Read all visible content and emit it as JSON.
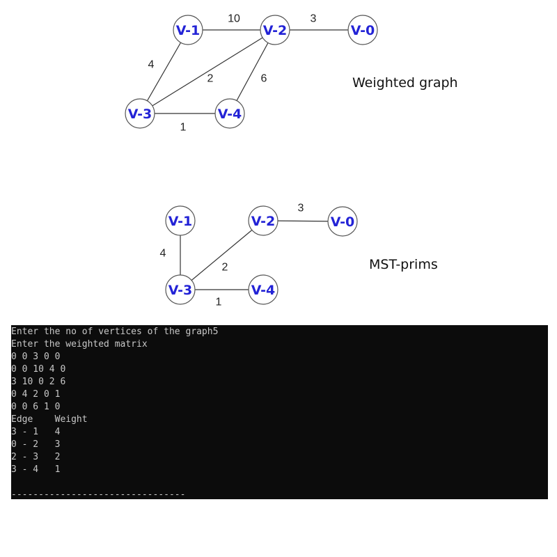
{
  "colors": {
    "node_label": "#2323d6",
    "node_border": "#555555",
    "edge": "#333333",
    "console_bg": "#0c0c0c",
    "console_text": "#c8c8c8"
  },
  "graphs": [
    {
      "caption": "Weighted graph",
      "nodes": [
        {
          "id": "v1",
          "label": "V-1"
        },
        {
          "id": "v2",
          "label": "V-2"
        },
        {
          "id": "v0",
          "label": "V-0"
        },
        {
          "id": "v3",
          "label": "V-3"
        },
        {
          "id": "v4",
          "label": "V-4"
        }
      ],
      "edges": [
        {
          "from": "v1",
          "to": "v2",
          "weight": "10"
        },
        {
          "from": "v2",
          "to": "v0",
          "weight": "3"
        },
        {
          "from": "v1",
          "to": "v3",
          "weight": "4"
        },
        {
          "from": "v2",
          "to": "v3",
          "weight": "2"
        },
        {
          "from": "v2",
          "to": "v4",
          "weight": "6"
        },
        {
          "from": "v3",
          "to": "v4",
          "weight": "1"
        }
      ]
    },
    {
      "caption": "MST-prims",
      "nodes": [
        {
          "id": "v1",
          "label": "V-1"
        },
        {
          "id": "v2",
          "label": "V-2"
        },
        {
          "id": "v0",
          "label": "V-0"
        },
        {
          "id": "v3",
          "label": "V-3"
        },
        {
          "id": "v4",
          "label": "V-4"
        }
      ],
      "edges": [
        {
          "from": "v2",
          "to": "v0",
          "weight": "3"
        },
        {
          "from": "v1",
          "to": "v3",
          "weight": "4"
        },
        {
          "from": "v2",
          "to": "v3",
          "weight": "2"
        },
        {
          "from": "v3",
          "to": "v4",
          "weight": "1"
        }
      ]
    }
  ],
  "console": {
    "lines": [
      "Enter the no of vertices of the graph5",
      "Enter the weighted matrix",
      "0 0 3 0 0",
      "0 0 10 4 0",
      "3 10 0 2 6",
      "0 4 2 0 1",
      "0 0 6 1 0",
      "Edge    Weight",
      "3 - 1   4",
      "0 - 2   3",
      "2 - 3   2",
      "3 - 4   1",
      "",
      "--------------------------------"
    ]
  }
}
